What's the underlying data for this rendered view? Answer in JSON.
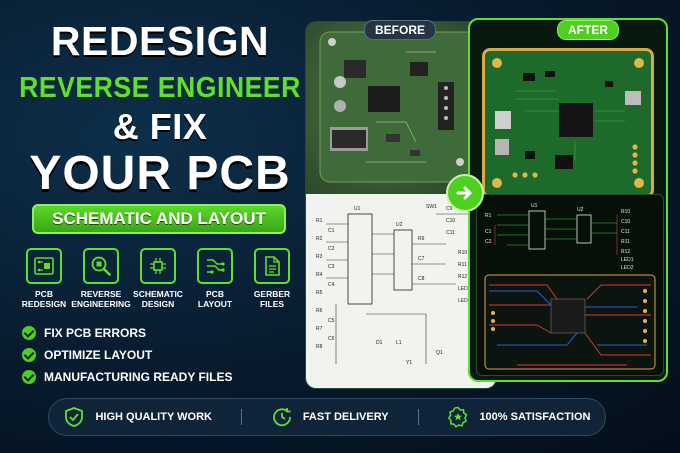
{
  "hero": {
    "line1": "REDESIGN",
    "line2": "REVERSE ENGINEER",
    "line3": "& FIX",
    "line4": "YOUR PCB",
    "pill": "SCHEMATIC AND LAYOUT"
  },
  "services": [
    {
      "label": "PCB\nREDESIGN",
      "icon": "pcb-board-icon"
    },
    {
      "label": "REVERSE\nENGINEERING",
      "icon": "magnifier-chip-icon"
    },
    {
      "label": "SCHEMATIC\nDESIGN",
      "icon": "schematic-icon"
    },
    {
      "label": "PCB\nLAYOUT",
      "icon": "layout-traces-icon"
    },
    {
      "label": "GERBER\nFILES",
      "icon": "document-icon"
    }
  ],
  "checklist": [
    "FIX PCB ERRORS",
    "OPTIMIZE LAYOUT",
    "MANUFACTURING READY FILES"
  ],
  "panels": {
    "before_tag": "BEFORE",
    "after_tag": "AFTER"
  },
  "schematic_labels": {
    "before": [
      "R1",
      "R2",
      "R3",
      "R4",
      "R5",
      "R6",
      "R7",
      "R8",
      "C1",
      "C2",
      "C3",
      "C4",
      "C5",
      "C6",
      "U1",
      "U2",
      "R9",
      "C7",
      "C8",
      "C9",
      "C10",
      "C11",
      "R10",
      "R11",
      "R12",
      "LED1",
      "LED2",
      "SW1",
      "D1",
      "L1",
      "Y1",
      "Q1"
    ],
    "after": [
      "U1",
      "R1",
      "C1",
      "C2",
      "R10",
      "C10",
      "C11",
      "R11",
      "R12",
      "LED1",
      "LED2",
      "U2"
    ]
  },
  "footer": [
    {
      "label": "HIGH QUALITY WORK",
      "icon": "shield-check-icon"
    },
    {
      "label": "FAST DELIVERY",
      "icon": "clock-arrow-icon"
    },
    {
      "label": "100% SATISFACTION",
      "icon": "star-badge-icon"
    }
  ],
  "colors": {
    "accent": "#5fe02e",
    "bg": "#071a2c",
    "pcb_green": "#1d6a2a",
    "trace_red": "#d33a2c",
    "trace_blue": "#2a5fd3"
  }
}
